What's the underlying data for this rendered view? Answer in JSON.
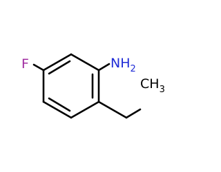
{
  "molecule": {
    "atoms": {
      "fluorine": {
        "symbol": "F",
        "color": "#a02ca0"
      },
      "amine": {
        "symbol": "NH",
        "subscript": "2",
        "color": "#1f2bd6"
      },
      "methyl": {
        "symbol": "CH",
        "subscript": "3",
        "color": "#000000"
      }
    },
    "bond_color": "#000000"
  }
}
